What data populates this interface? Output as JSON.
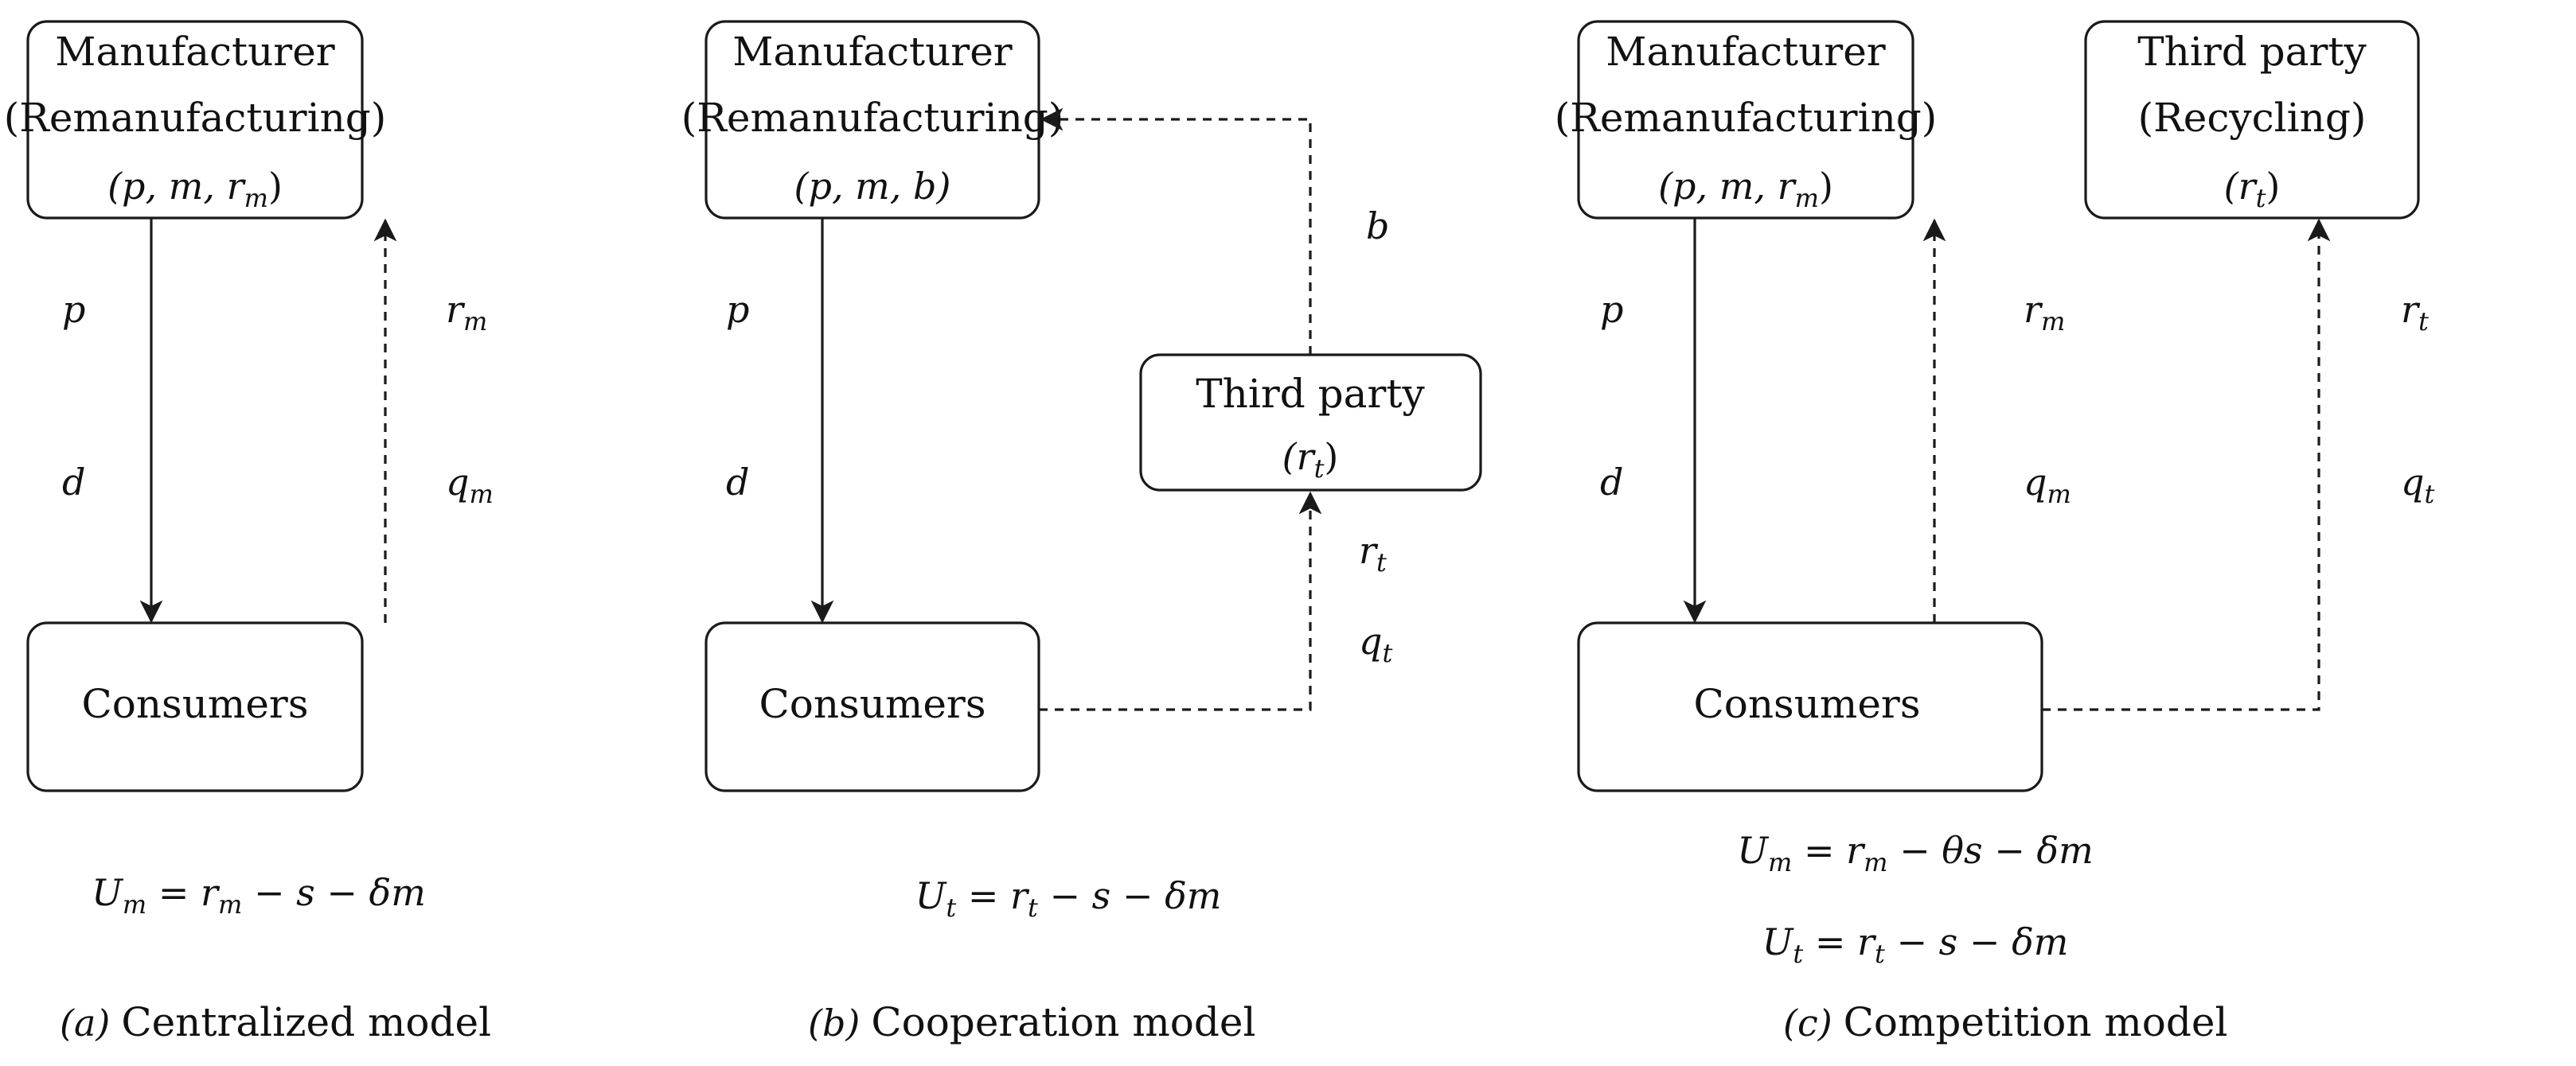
{
  "panels": [
    {
      "id": "a",
      "manufacturer": {
        "line1": "Manufacturer",
        "line2": "(Remanufacturing)",
        "vars": "(p, m, r",
        "vars_sub": "m",
        "vars_close": ")"
      },
      "consumers": "Consumers",
      "down_labels": [
        "p",
        "d"
      ],
      "up_labels": [
        {
          "base": "r",
          "sub": "m"
        },
        {
          "base": "q",
          "sub": "m"
        }
      ],
      "utility": [
        {
          "text_a": "U",
          "sub_a": "m",
          "rest_a": " = r",
          "sub_b": "m",
          "rest_b": " − s − δm"
        }
      ],
      "caption_tag": "(a)",
      "caption": "Centralized model"
    },
    {
      "id": "b",
      "manufacturer": {
        "line1": "Manufacturer",
        "line2": "(Remanufacturing)",
        "vars": "(p, m, b)"
      },
      "consumers": "Consumers",
      "third_party": {
        "line1": "Third party",
        "vars": "(r",
        "vars_sub": "t",
        "vars_close": ")"
      },
      "down_labels": [
        "p",
        "d"
      ],
      "up_labels": [
        {
          "base": "b"
        }
      ],
      "tp_labels": [
        {
          "base": "r",
          "sub": "t"
        },
        {
          "base": "q",
          "sub": "t"
        }
      ],
      "utility": [
        {
          "text_a": "U",
          "sub_a": "t",
          "rest_a": " = r",
          "sub_b": "t",
          "rest_b": " − s − δm"
        }
      ],
      "caption_tag": "(b)",
      "caption": "Cooperation model"
    },
    {
      "id": "c",
      "manufacturer": {
        "line1": "Manufacturer",
        "line2": "(Remanufacturing)",
        "vars": "(p, m, r",
        "vars_sub": "m",
        "vars_close": ")"
      },
      "third_party": {
        "line1": "Third party",
        "line2": "(Recycling)",
        "vars": "(r",
        "vars_sub": "t",
        "vars_close": ")"
      },
      "consumers": "Consumers",
      "down_labels": [
        "p",
        "d"
      ],
      "up_labels": [
        {
          "base": "r",
          "sub": "m"
        },
        {
          "base": "q",
          "sub": "m"
        }
      ],
      "tp_labels": [
        {
          "base": "r",
          "sub": "t"
        },
        {
          "base": "q",
          "sub": "t"
        }
      ],
      "utility": [
        {
          "text_a": "U",
          "sub_a": "m",
          "rest_a": " = r",
          "sub_b": "m",
          "rest_b": " − θs − δm"
        },
        {
          "text_a": "U",
          "sub_a": "t",
          "rest_a": " = r",
          "sub_b": "t",
          "rest_b": " − s − δm"
        }
      ],
      "caption_tag": "(c)",
      "caption": "Competition model"
    }
  ]
}
